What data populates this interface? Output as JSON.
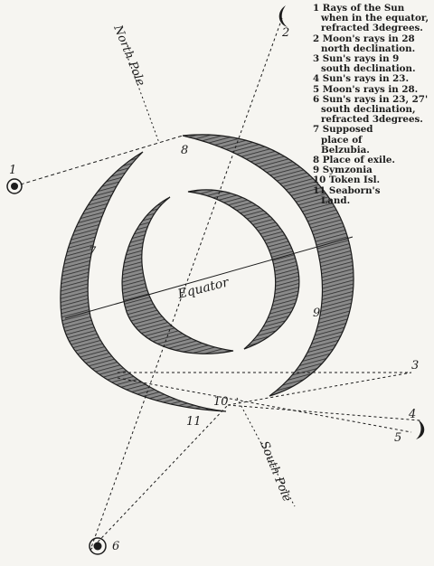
{
  "labels": {
    "north_pole": "North Pole",
    "south_pole": "South Pole",
    "equator": "Equator",
    "points": [
      "1",
      "2",
      "3",
      "4",
      "5",
      "6",
      "7",
      "8",
      "9",
      "10",
      "11"
    ]
  },
  "legend": [
    {
      "num": "1",
      "lines": [
        "Rays of the Sun",
        "when in the equator,",
        "refracted 3degrees."
      ]
    },
    {
      "num": "2",
      "lines": [
        "Moon's rays in 28",
        "north declination."
      ]
    },
    {
      "num": "3",
      "lines": [
        "Sun's rays in 9",
        "south declination."
      ]
    },
    {
      "num": "4",
      "lines": [
        "Sun's rays in 23."
      ]
    },
    {
      "num": "5",
      "lines": [
        "Moon's rays in 28."
      ]
    },
    {
      "num": "6",
      "lines": [
        "Sun's rays in 23, 27'",
        "south declination,",
        "refracted 3degrees."
      ]
    },
    {
      "num": "7",
      "lines": [
        "Supposed",
        "place of",
        "Belzubia."
      ]
    },
    {
      "num": "8",
      "lines": [
        "Place of exile."
      ]
    },
    {
      "num": "9",
      "lines": [
        "Symzonia"
      ]
    },
    {
      "num": "10",
      "lines": [
        "Token Isl."
      ]
    },
    {
      "num": "11",
      "lines": [
        "Seaborn's",
        "Land."
      ]
    }
  ],
  "colors": {
    "ink": "#1c1c1c",
    "paper": "#f6f5f1",
    "hatch": "#4a4a4a"
  }
}
